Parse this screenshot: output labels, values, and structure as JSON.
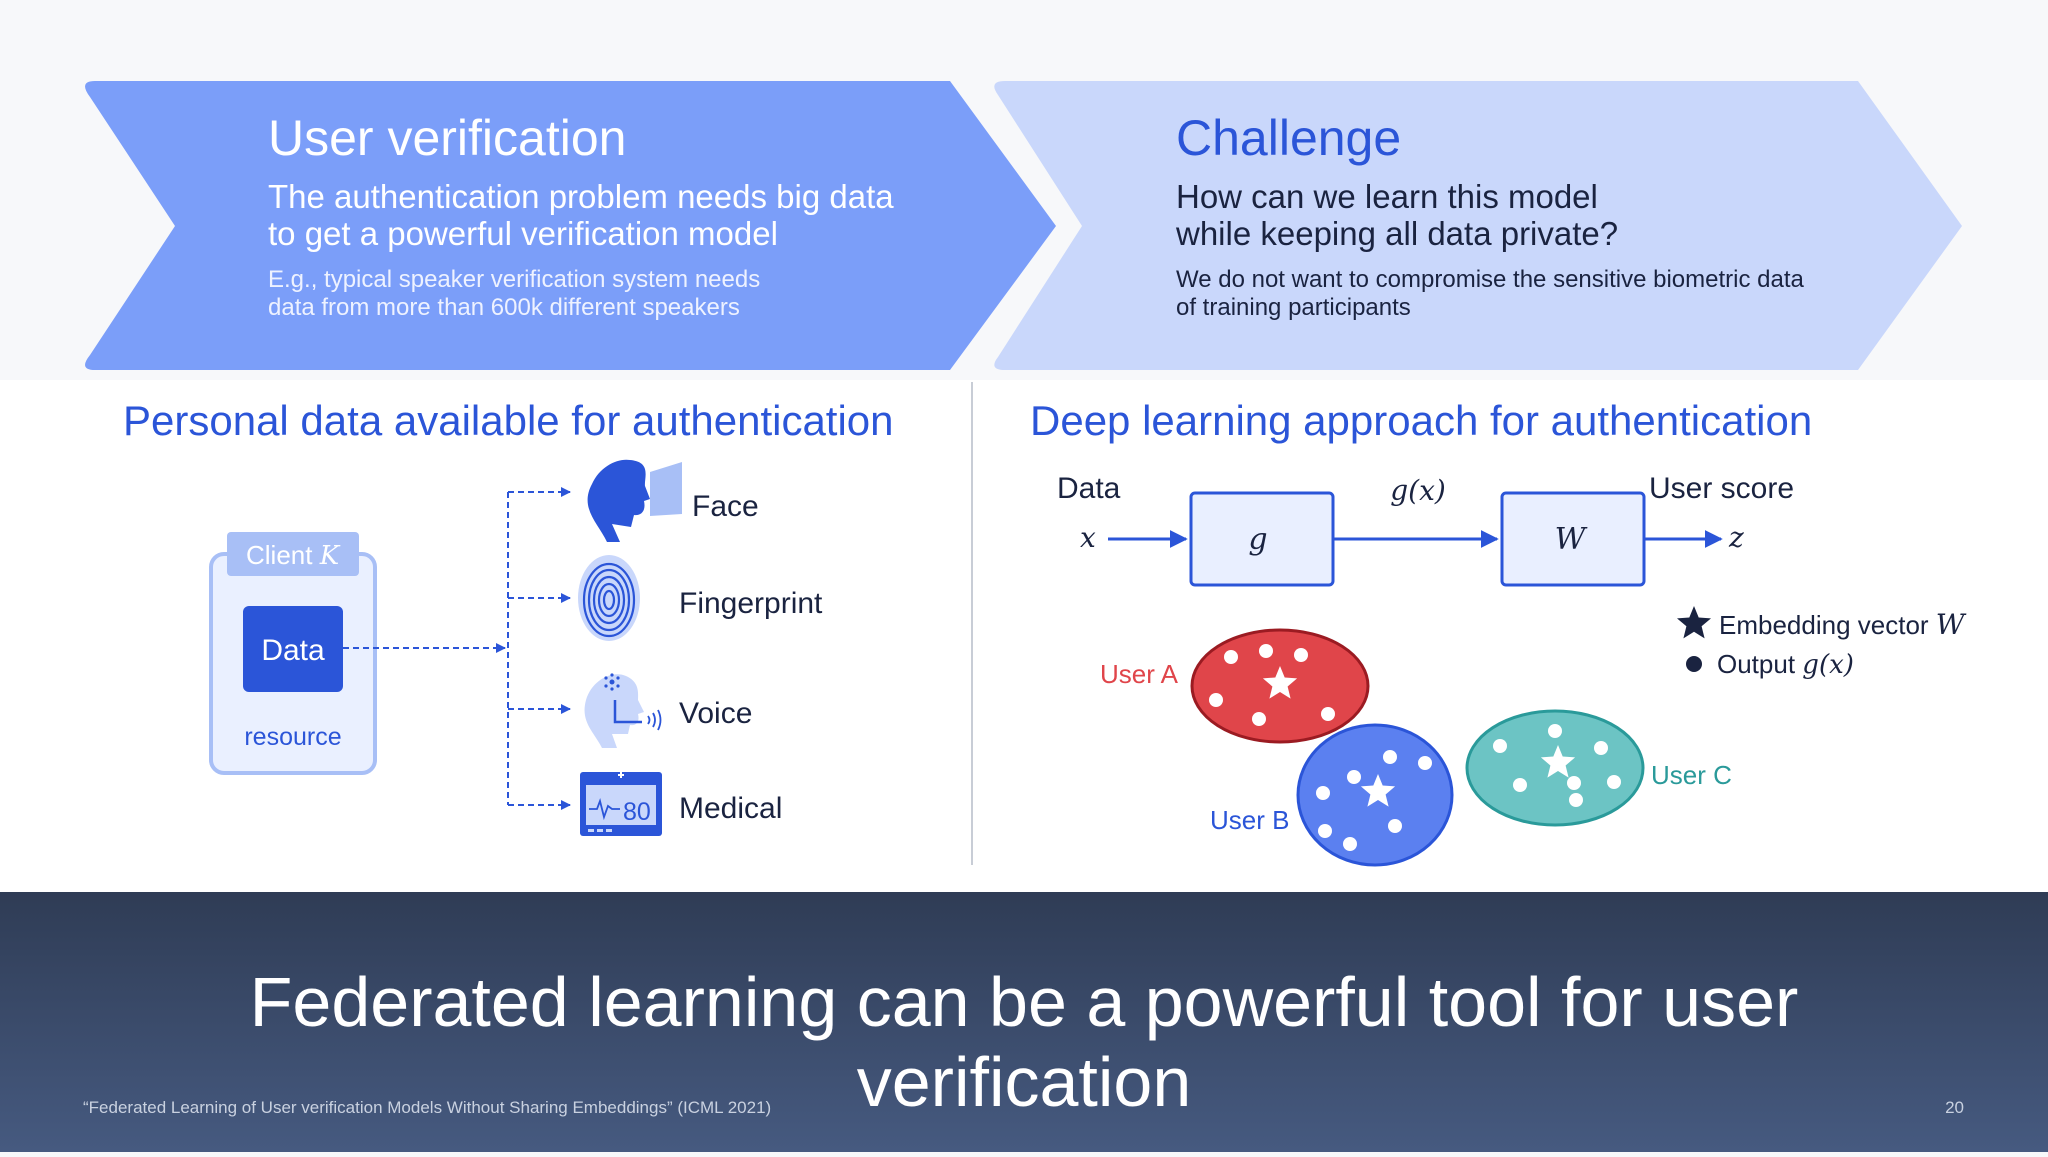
{
  "left_chevron": {
    "title": "User verification",
    "line1": "The authentication problem needs big data",
    "line2": "to get a powerful verification model",
    "note1": "E.g., typical speaker verification system needs",
    "note2": "data from more than 600k different speakers"
  },
  "right_chevron": {
    "title": "Challenge",
    "line1": "How can we learn this model",
    "line2": "while keeping all data private?",
    "note1": "We do not want to compromise the sensitive biometric data",
    "note2": "of training participants"
  },
  "left_section": {
    "heading": "Personal data available for authentication",
    "client_label": "Client",
    "client_var": "K",
    "data_label": "Data",
    "resource_label": "resource",
    "items": [
      {
        "label": "Face",
        "icon": "head-silhouette-icon"
      },
      {
        "label": "Fingerprint",
        "icon": "fingerprint-icon"
      },
      {
        "label": "Voice",
        "icon": "voice-icon"
      },
      {
        "label": "Medical",
        "icon": "heart-monitor-icon"
      }
    ],
    "monitor_value": "80"
  },
  "right_section": {
    "heading": "Deep learning approach for authentication",
    "data_label": "Data",
    "x_label": "x",
    "g_box": "g",
    "gx_label": "g(x)",
    "w_box": "W",
    "score_label": "User score",
    "z_label": "z",
    "legend": [
      {
        "symbol": "star",
        "text": "Embedding vector",
        "var": "W"
      },
      {
        "symbol": "dot",
        "text": "Output",
        "var": "g(x)"
      }
    ],
    "users": [
      {
        "label": "User A",
        "color": "#e0454a"
      },
      {
        "label": "User B",
        "color": "#5b80f0"
      },
      {
        "label": "User C",
        "color": "#6cc4c4"
      }
    ]
  },
  "footer": {
    "banner": "Federated learning can be a powerful tool for user verification",
    "citation": "“Federated Learning of User verification Models Without Sharing Embeddings” (ICML 2021)",
    "page": "20"
  },
  "colors": {
    "accent_blue": "#2b55d8",
    "chevron_left": "#7b9ef9",
    "chevron_right": "#c9d7fb",
    "banner_top": "#2f3c55",
    "banner_bottom": "#465a80"
  }
}
